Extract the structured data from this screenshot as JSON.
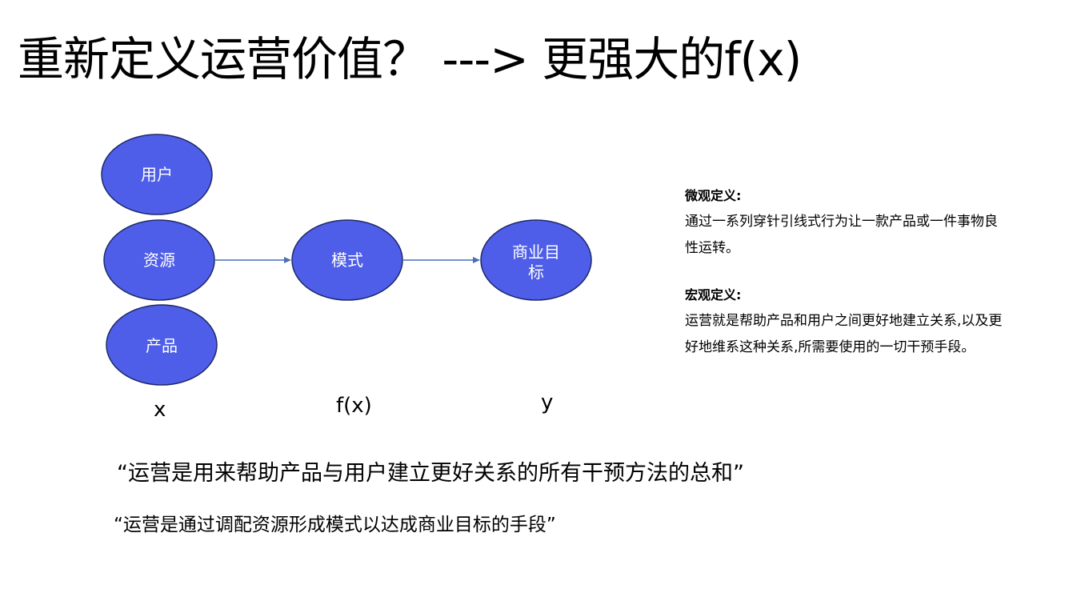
{
  "title": "重新定义运营价值？ ---> 更强大的f(x)",
  "diagram": {
    "node_color": "#4E5EE8",
    "arrow_color": "#4A6FB5",
    "nodes": {
      "user": "用户",
      "resource": "资源",
      "product": "产品",
      "mode": "模式",
      "goal_line1": "商业目",
      "goal_line2": "标"
    },
    "axis": {
      "x": "x",
      "fx": "f(x)",
      "y": "y"
    }
  },
  "definitions": {
    "micro_heading": "微观定义:",
    "micro_text_line1": "通过一系列穿针引线式行为让一款产品或一件事物良",
    "micro_text_line2": "性运转。",
    "macro_heading": "宏观定义:",
    "macro_text_line1": "运营就是帮助产品和用户之间更好地建立关系,以及更",
    "macro_text_line2": "好地维系这种关系,所需要使用的一切干预手段。"
  },
  "quotes": {
    "quote1": "“运营是用来帮助产品与用户建立更好关系的所有干预方法的总和”",
    "quote2": "“运营是通过调配资源形成模式以达成商业目标的手段”"
  }
}
